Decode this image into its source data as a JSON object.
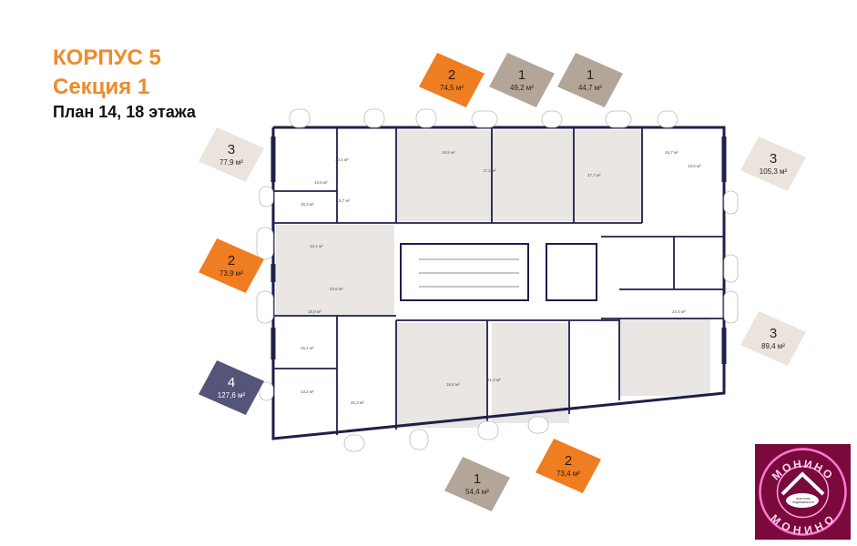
{
  "header": {
    "building": "КОРПУС 5",
    "section": "Секция 1",
    "plan": "План 14, 18 этажа"
  },
  "apartments": [
    {
      "rooms": "2",
      "area": "74,5 м²",
      "color": "#ef7d22"
    },
    {
      "rooms": "1",
      "area": "49,2 м²",
      "color": "#b3a698"
    },
    {
      "rooms": "1",
      "area": "44,7 м²",
      "color": "#b3a698"
    },
    {
      "rooms": "3",
      "area": "77,9 м²",
      "color": "#ebe4dd"
    },
    {
      "rooms": "3",
      "area": "105,3 м²",
      "color": "#ebe4dd"
    },
    {
      "rooms": "2",
      "area": "73,9 м²",
      "color": "#ef7d22"
    },
    {
      "rooms": "3",
      "area": "89,4 м²",
      "color": "#ebe4dd"
    },
    {
      "rooms": "4",
      "area": "127,6 м²",
      "color": "#55557a"
    },
    {
      "rooms": "1",
      "area": "54,4 м²",
      "color": "#b3a698"
    },
    {
      "rooms": "2",
      "area": "73,4 м²",
      "color": "#ef7d22"
    }
  ],
  "room_labels": [
    "10,4 м²",
    "13,6 м²",
    "5,7 м²",
    "15,3 м²",
    "13,1 м²",
    "23,6 м²",
    "15,9 м²",
    "15,1 м²",
    "13,2 м²",
    "20,3 м²",
    "17,2 м²",
    "16,8 м²",
    "18,7 м²",
    "13,0 м²",
    "17,7 м²",
    "24,4 м²",
    "21,0 м²",
    "16,8 м²"
  ],
  "logo": {
    "top": "МОНИНО",
    "bottom": "МОНИНО",
    "tagline": "Агентство недвижимости"
  },
  "colors": {
    "wall": "#1e1f4b",
    "accent": "#ef7d22"
  }
}
